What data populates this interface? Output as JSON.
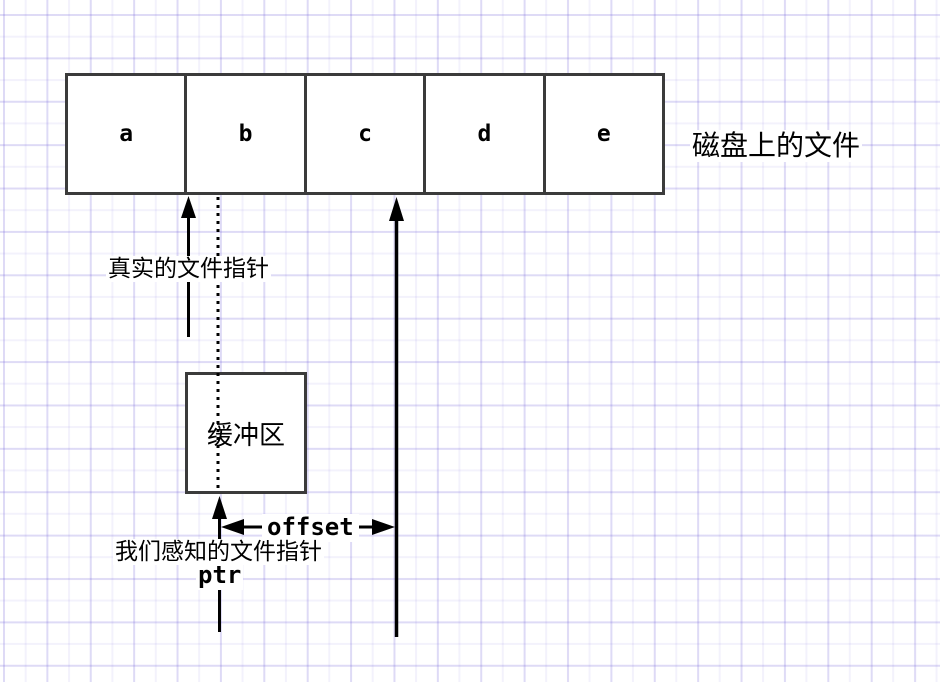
{
  "diagram": {
    "disk_cells": [
      "a",
      "b",
      "c",
      "d",
      "e"
    ],
    "disk_label": "磁盘上的文件",
    "real_pointer_label": "真实的文件指针",
    "buffer_label": "缓冲区",
    "offset_label": "offset",
    "perceived_pointer_label": "我们感知的文件指针",
    "ptr_label": "ptr"
  },
  "colors": {
    "background": "#ffffff",
    "grid_line": "#e6e2f7",
    "box_border": "#3b3b3b",
    "line": "#000000",
    "text": "#000000"
  }
}
